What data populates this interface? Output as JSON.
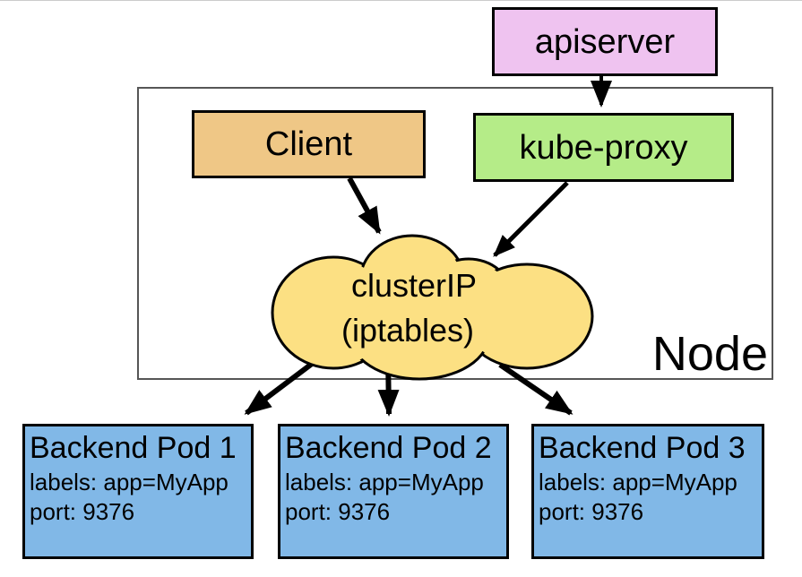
{
  "diagram": {
    "apiserver": {
      "label": "apiserver"
    },
    "client": {
      "label": "Client"
    },
    "kube_proxy": {
      "label": "kube-proxy"
    },
    "cluster_ip": {
      "line1": "clusterIP",
      "line2": "(iptables)"
    },
    "node": {
      "label": "Node"
    },
    "pods": [
      {
        "title": "Backend Pod 1",
        "labels": "labels: app=MyApp",
        "port": "port: 9376"
      },
      {
        "title": "Backend Pod 2",
        "labels": "labels: app=MyApp",
        "port": "port: 9376"
      },
      {
        "title": "Backend Pod 3",
        "labels": "labels: app=MyApp",
        "port": "port: 9376"
      }
    ],
    "colors": {
      "apiserver_fill": "#efc3f0",
      "client_fill": "#efc786",
      "kube_proxy_fill": "#b5ec88",
      "cloud_fill": "#fce083",
      "pod_fill": "#81b8e7",
      "box_border": "#000000",
      "node_border": "#565656",
      "arrow": "#000000"
    }
  }
}
